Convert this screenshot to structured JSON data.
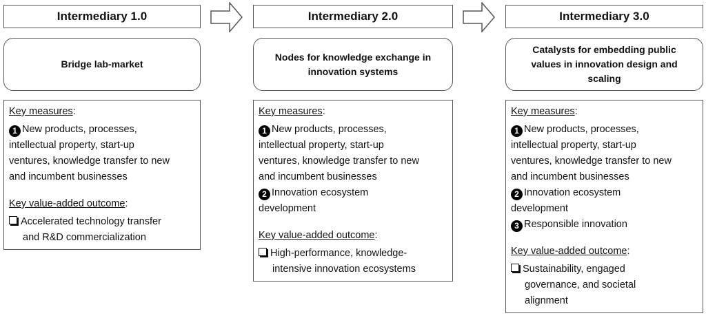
{
  "columns": [
    {
      "title": "Intermediary 1.0",
      "role": [
        "Bridge lab-market"
      ],
      "measures_label": "Key measures",
      "colon": ":",
      "measures": [
        {
          "num": "1",
          "lines": [
            "New products, processes,",
            "intellectual property, start-up",
            "ventures, knowledge transfer to new",
            "and incumbent businesses"
          ]
        }
      ],
      "outcome_label": "Key value-added outcome",
      "outcome": [
        "Accelerated technology transfer",
        "and R&D commercialization"
      ]
    },
    {
      "title": "Intermediary 2.0",
      "role": [
        "Nodes for knowledge exchange in",
        "innovation systems"
      ],
      "measures_label": "Key measures",
      "colon": ":",
      "measures": [
        {
          "num": "1",
          "lines": [
            "New products, processes,",
            "intellectual property, start-up",
            "ventures, knowledge transfer to new",
            "and incumbent businesses"
          ]
        },
        {
          "num": "2",
          "lines": [
            "Innovation ecosystem",
            "development"
          ]
        }
      ],
      "outcome_label": "Key value-added outcome",
      "outcome": [
        "High-performance, knowledge-",
        "intensive innovation ecosystems"
      ]
    },
    {
      "title": "Intermediary 3.0",
      "role": [
        "Catalysts for embedding public",
        "values in innovation design and",
        "scaling"
      ],
      "measures_label": "Key measures",
      "colon": ":",
      "measures": [
        {
          "num": "1",
          "lines": [
            "New products, processes,",
            "intellectual property, start-up",
            "ventures, knowledge transfer to new",
            "and incumbent businesses"
          ]
        },
        {
          "num": "2",
          "lines": [
            "Innovation ecosystem",
            "development"
          ]
        },
        {
          "num": "3",
          "lines": [
            "Responsible innovation"
          ]
        }
      ],
      "outcome_label": "Key value-added outcome",
      "outcome": [
        "Sustainability, engaged",
        "governance, and societal",
        "alignment"
      ]
    }
  ]
}
